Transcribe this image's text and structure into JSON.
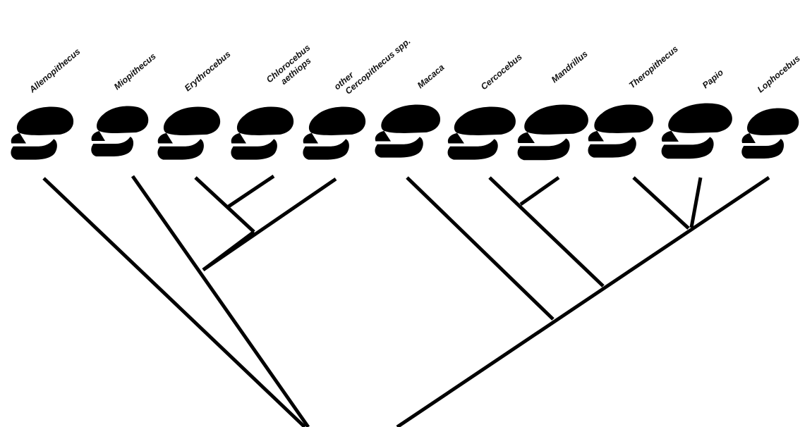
{
  "diagram": {
    "type": "phylogenetic-tree",
    "taxa": [
      {
        "id": "allenopithecus",
        "lines": [
          "Allenopithecus"
        ]
      },
      {
        "id": "miopithecus",
        "lines": [
          "Miopithecus"
        ]
      },
      {
        "id": "erythrocebus",
        "lines": [
          "Erythrocebus"
        ]
      },
      {
        "id": "chlorocebus",
        "lines": [
          "Chlorocebus",
          "aethiops"
        ]
      },
      {
        "id": "cercopithecus",
        "lines": [
          "other",
          "Cercopithecus spp."
        ]
      },
      {
        "id": "macaca",
        "lines": [
          "Macaca"
        ]
      },
      {
        "id": "cercocebus",
        "lines": [
          "Cercocebus"
        ]
      },
      {
        "id": "mandrillus",
        "lines": [
          "Mandrillus"
        ]
      },
      {
        "id": "theropithecus",
        "lines": [
          "Theropithecus"
        ]
      },
      {
        "id": "papio",
        "lines": [
          "Papio"
        ]
      },
      {
        "id": "lophocebus",
        "lines": [
          "Lophocebus"
        ]
      }
    ],
    "clades": [
      [
        "erythrocebus",
        "chlorocebus"
      ],
      [
        "erythrocebus",
        "chlorocebus",
        "cercopithecus"
      ],
      [
        "cercocebus",
        "mandrillus"
      ],
      [
        "theropithecus",
        "papio"
      ],
      [
        "theropithecus",
        "papio",
        "lophocebus"
      ],
      [
        "cercocebus",
        "mandrillus",
        "theropithecus",
        "papio",
        "lophocebus"
      ],
      [
        "macaca",
        "cercocebus",
        "mandrillus",
        "theropithecus",
        "papio",
        "lophocebus"
      ]
    ],
    "illustration": "monkey-skull-icon",
    "line_color": "#000000"
  }
}
